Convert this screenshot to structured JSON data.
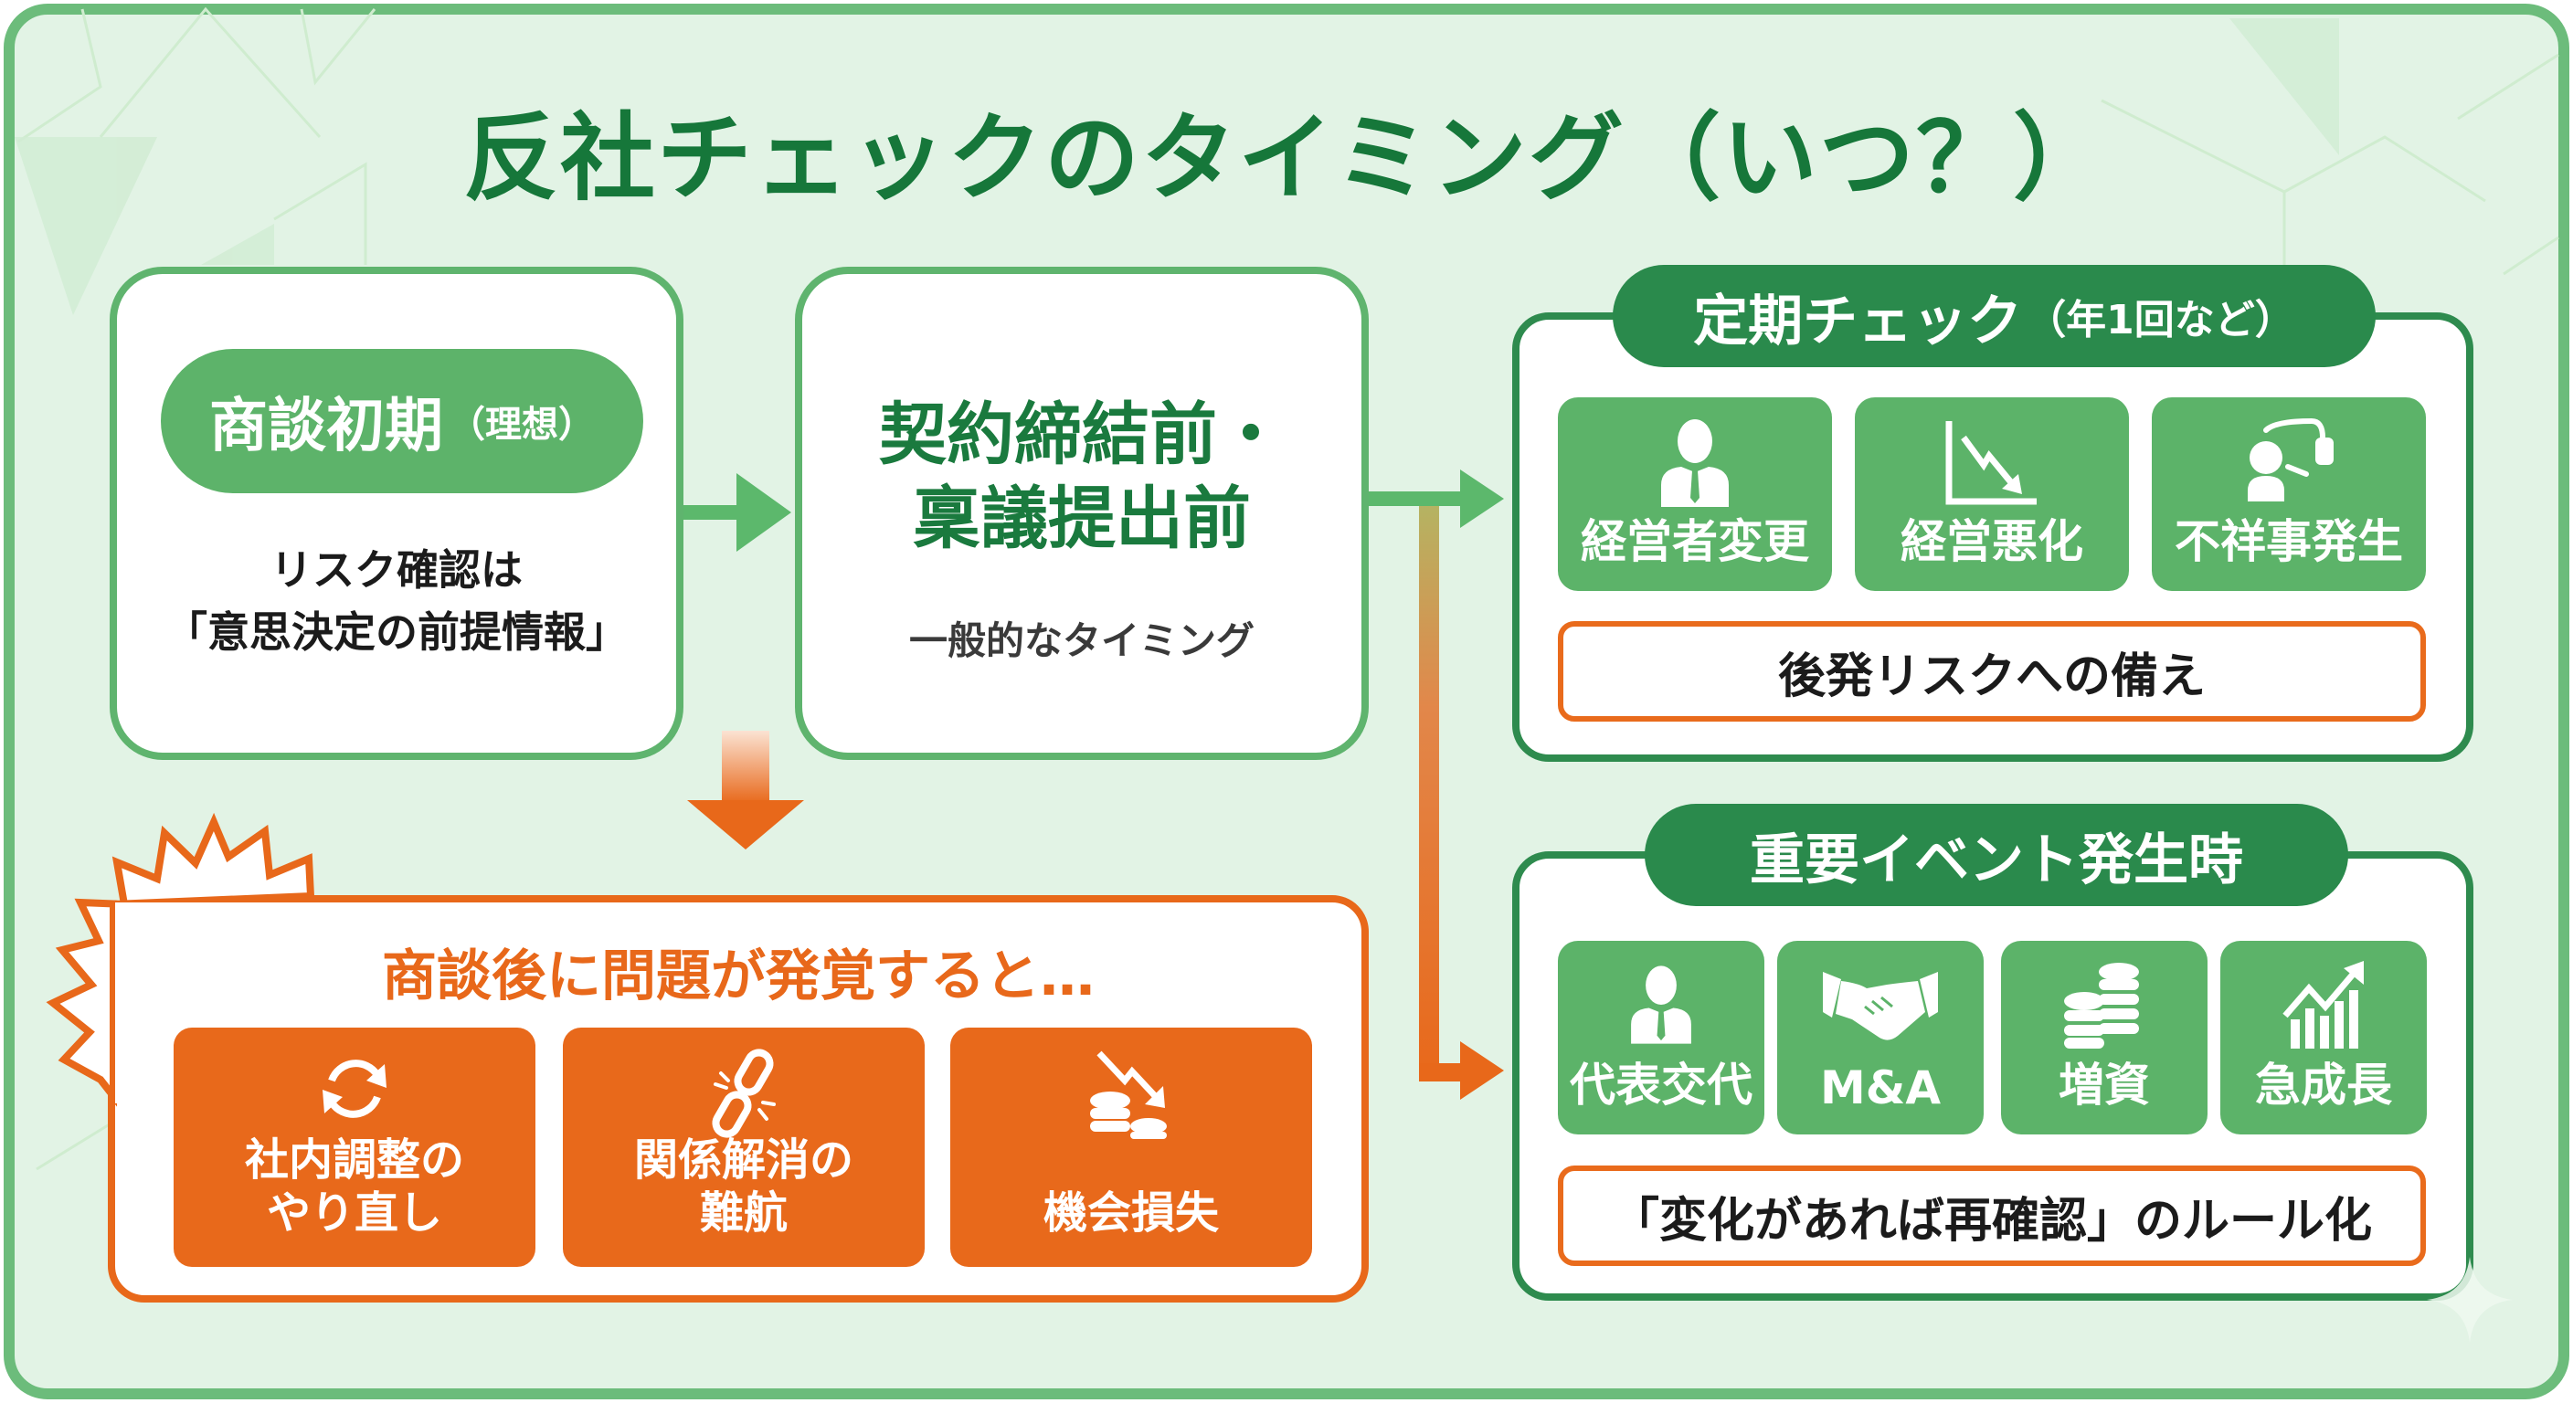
{
  "title": "反社チェックのタイミング（いつ？）",
  "colors": {
    "green_dark": "#1a7a3e",
    "green_mid": "#5db36a",
    "green_header": "#2a8a4c",
    "orange": "#e8681a",
    "background": "#e2f3e5"
  },
  "stage_initial": {
    "pill_main": "商談初期",
    "pill_sub": "（理想）",
    "text_line1": "リスク確認は",
    "text_line2": "「意思決定の前提情報」"
  },
  "stage_contract": {
    "title_line1": "契約締結前・",
    "title_line2": "稟議提出前",
    "subtitle": "一般的なタイミング"
  },
  "problem": {
    "title": "商談後に問題が発覚すると…",
    "items": [
      {
        "icon": "refresh-icon",
        "line1": "社内調整の",
        "line2": "やり直し"
      },
      {
        "icon": "broken-link-icon",
        "line1": "関係解消の",
        "line2": "難航"
      },
      {
        "icon": "loss-coins-icon",
        "line1": "機会損失",
        "line2": ""
      }
    ]
  },
  "periodic": {
    "header_main": "定期チェック",
    "header_sub": "（年1回など）",
    "items": [
      {
        "icon": "businessman-icon",
        "label": "経営者変更"
      },
      {
        "icon": "declining-chart-icon",
        "label": "経営悪化"
      },
      {
        "icon": "press-microphone-icon",
        "label": "不祥事発生"
      }
    ],
    "note": "後発リスクへの備え"
  },
  "event": {
    "header": "重要イベント発生時",
    "items": [
      {
        "icon": "businessman-icon",
        "label": "代表交代"
      },
      {
        "icon": "handshake-icon",
        "label": "M&A"
      },
      {
        "icon": "coin-stack-icon",
        "label": "増資"
      },
      {
        "icon": "growth-chart-icon",
        "label": "急成長"
      }
    ],
    "note": "「変化があれば再確認」のルール化"
  }
}
